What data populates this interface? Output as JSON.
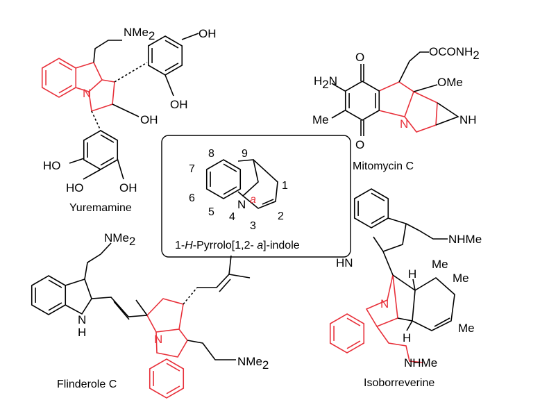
{
  "colors": {
    "highlight": "#e8303a",
    "bond": "#000000"
  },
  "yuremamine": {
    "name": "Yuremamine",
    "nme2": "NMe",
    "sub2": "2",
    "n": "N",
    "oh1": "OH",
    "oh2": "OH",
    "oh3": "OH",
    "ho1": "HO",
    "ho2": "HO",
    "oh4": "OH"
  },
  "mitomycin": {
    "name": "Mitomycin C",
    "o1": "O",
    "o2": "O",
    "h2n": "H",
    "h2n_sub": "2",
    "h2n_n": "N",
    "me": "Me",
    "n": "N",
    "ome": "OMe",
    "ococonh2": "OCONH",
    "ococonh2_sub": "2",
    "nh": "NH"
  },
  "core": {
    "caption_pre": "1-",
    "caption_h": "H",
    "caption_mid": "-Pyrrolo[1,2- ",
    "caption_a": "a",
    "caption_post": "]-indole",
    "n1": "1",
    "n2": "2",
    "n3": "3",
    "n4": "4",
    "n5": "5",
    "n6": "6",
    "n7": "7",
    "n8": "8",
    "n9": "9",
    "a": "a",
    "n": "N"
  },
  "flinderole": {
    "name": "Flinderole  C",
    "nme2a": "NMe",
    "sub_a": "2",
    "nh_n": "N",
    "nh_h": "H",
    "n": "N",
    "nme2b": "NMe",
    "sub_b": "2"
  },
  "isoborreverine": {
    "name": "Isoborreverine",
    "hn": "HN",
    "nhme1": "NHMe",
    "nhme2": "NHMe",
    "n": "N",
    "h1": "H",
    "h2": "H",
    "me1": "Me",
    "me2": "Me",
    "me3": "Me"
  }
}
